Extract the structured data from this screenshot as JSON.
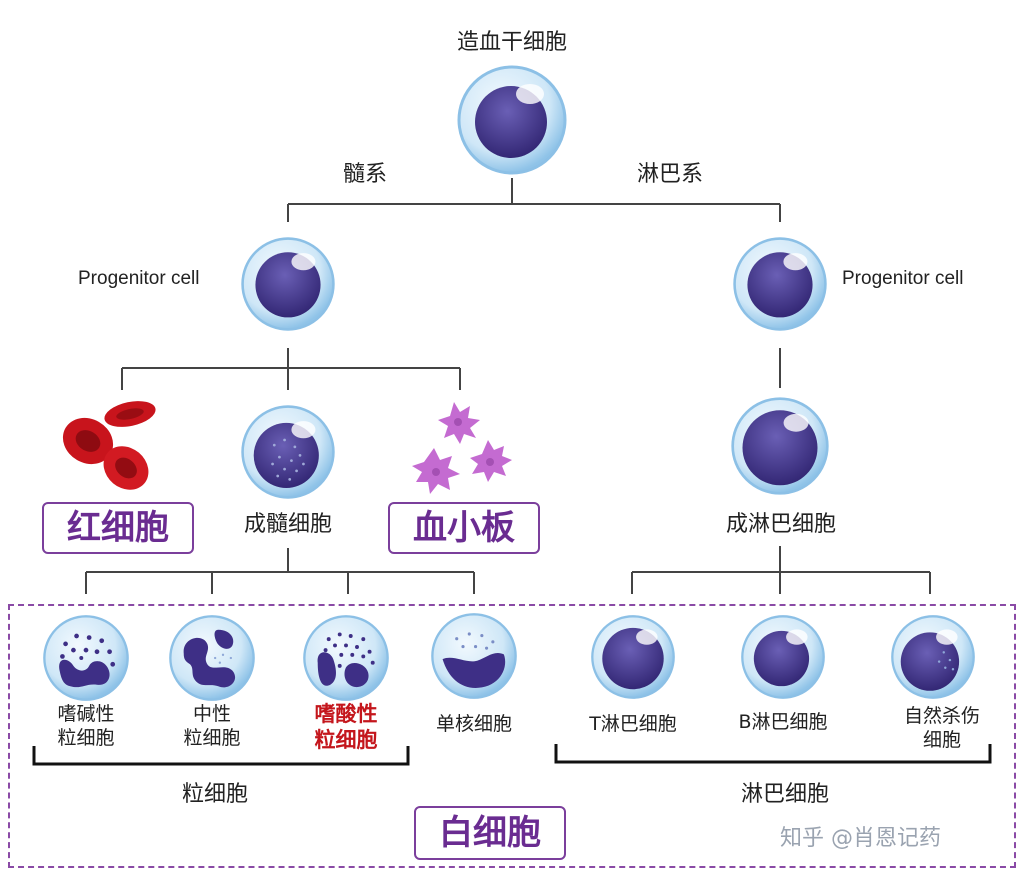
{
  "root": {
    "title": "造血干细胞"
  },
  "branches": {
    "myeloid": "髓系",
    "lymphoid": "淋巴系"
  },
  "progenitor": {
    "left": "Progenitor cell",
    "right": "Progenitor cell"
  },
  "myeloid_row": {
    "rbc": "红细胞",
    "myeloblast": "成髓细胞",
    "platelet": "血小板"
  },
  "lymphoid_row": {
    "lymphoblast": "成淋巴细胞"
  },
  "granulocytes": {
    "basophil_l1": "嗜碱性",
    "basophil_l2": "粒细胞",
    "neutrophil_l1": "中性",
    "neutrophil_l2": "粒细胞",
    "eosinophil_l1": "嗜酸性",
    "eosinophil_l2": "粒细胞",
    "monocyte": "单核细胞",
    "group": "粒细胞"
  },
  "lymphocytes": {
    "t_cell": "T淋巴细胞",
    "b_cell": "B淋巴细胞",
    "nk_l1": "自然杀伤",
    "nk_l2": "细胞",
    "group": "淋巴细胞"
  },
  "leukocyte": {
    "title": "白细胞"
  },
  "watermark": "知乎 @肖恩记药",
  "colors": {
    "nucleus": "#3e2f86",
    "cell_ring": "#a9d3ef",
    "rbc": "#c8141c",
    "platelet": "#c46bd1",
    "accent": "#7b3f9c",
    "highlight": "#c4161c"
  }
}
